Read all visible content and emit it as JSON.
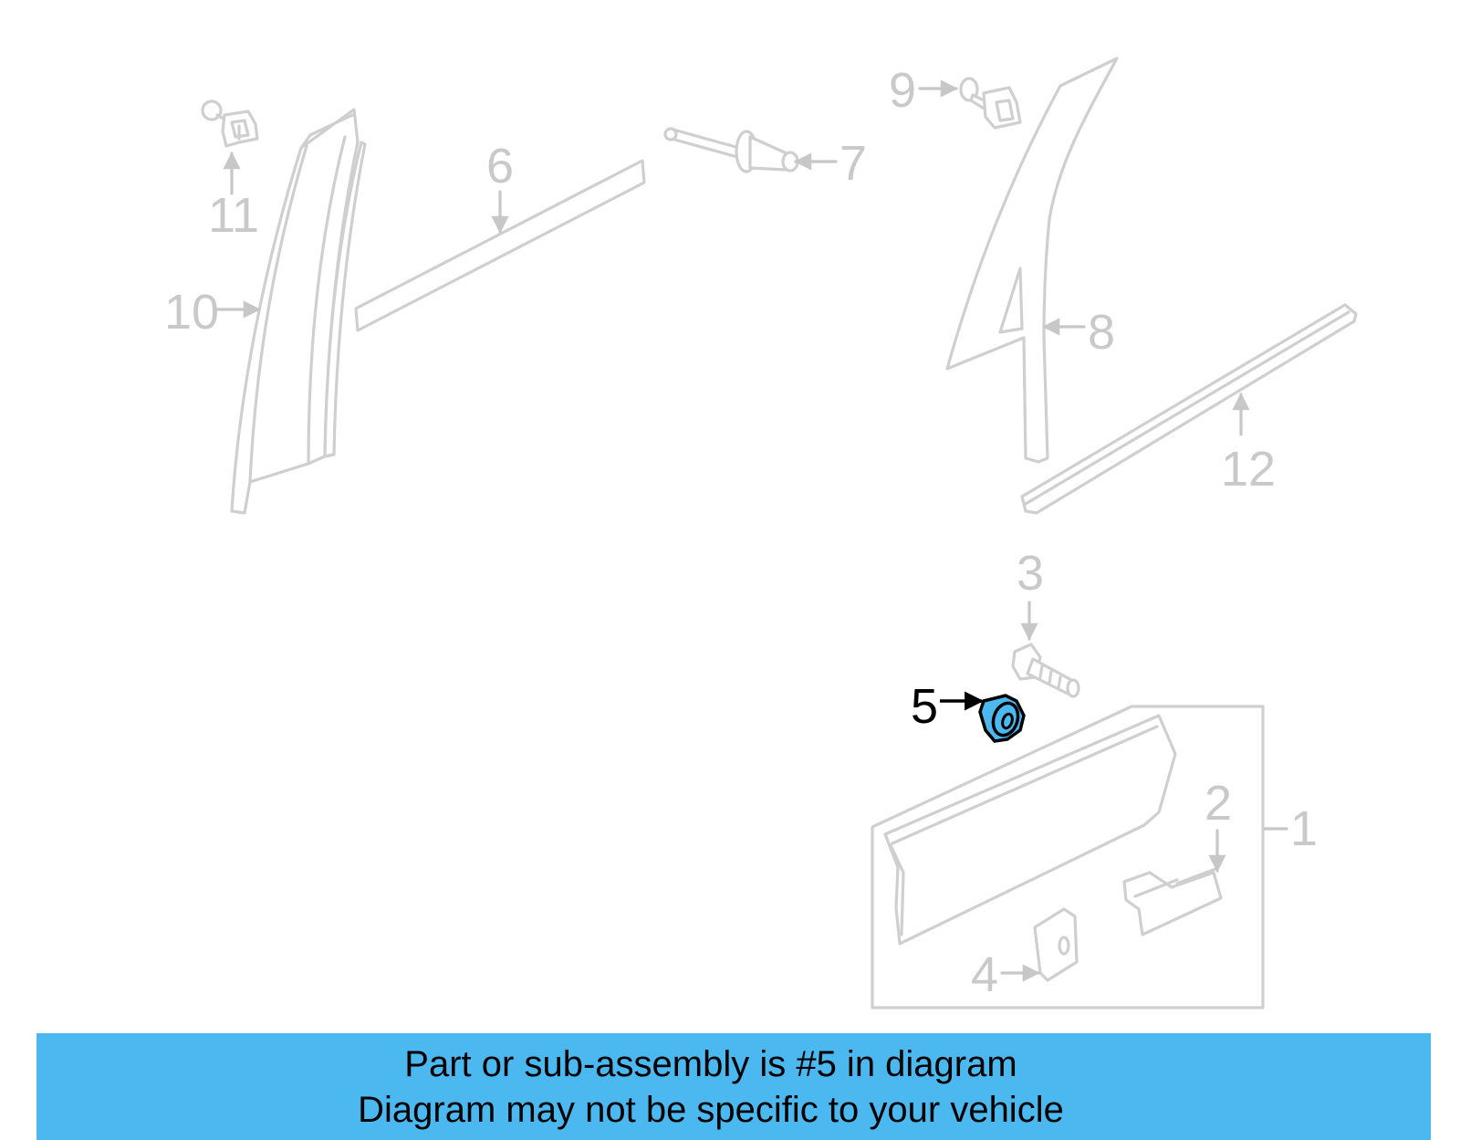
{
  "colors": {
    "accent": "#4cb8f0",
    "part_outline": "#cfcfcf",
    "inactive_callout": "#c9c9c9",
    "active_callout": "#000000",
    "banner": "#4cb8f0"
  },
  "callouts": {
    "c1": "1",
    "c2": "2",
    "c3": "3",
    "c4": "4",
    "c5": "5",
    "c6": "6",
    "c7": "7",
    "c8": "8",
    "c9": "9",
    "c10": "10",
    "c11": "11",
    "c12": "12"
  },
  "highlighted_part": "5",
  "caption": {
    "line1": "Part or sub-assembly is #5 in diagram",
    "line2": "Diagram may not be specific to your vehicle"
  }
}
